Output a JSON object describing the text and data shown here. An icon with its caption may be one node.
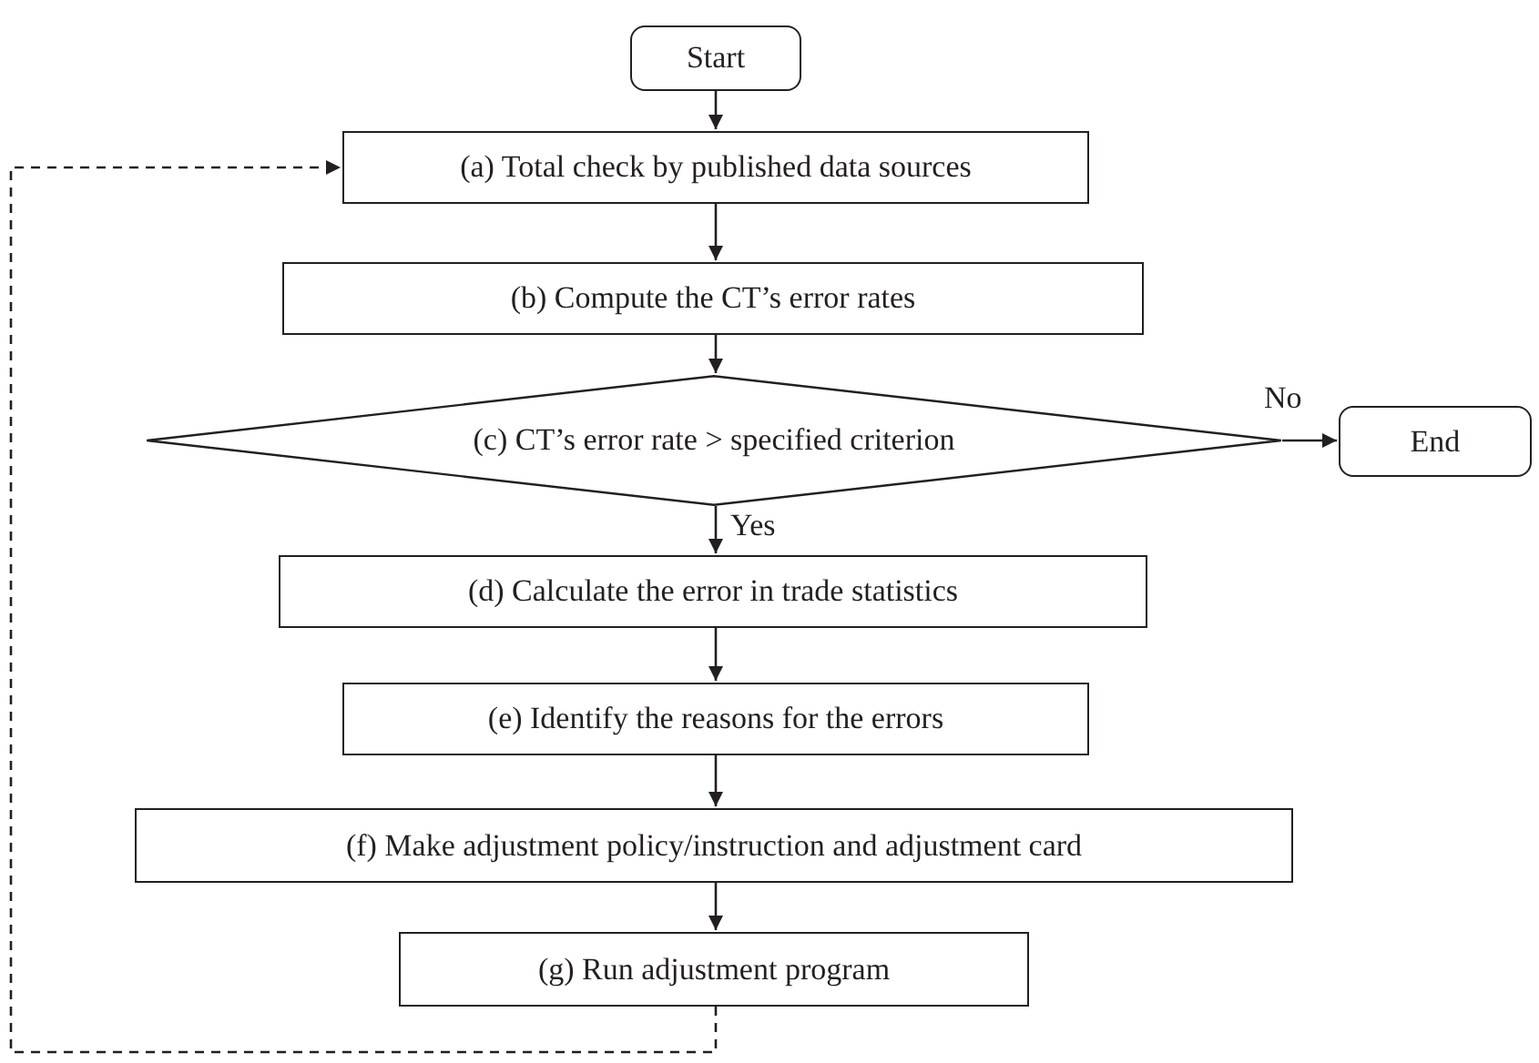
{
  "diagram": {
    "nodes": [
      {
        "text": [
          "Start"
        ]
      },
      {
        "text": [
          "(a) Total check by published data sources"
        ]
      },
      {
        "text": [
          "(b) Compute the CT’s error rates"
        ]
      },
      {
        "text": [
          "(c) CT’s error rate > specified criterion"
        ]
      },
      {
        "text": [
          "End"
        ]
      },
      {
        "text": [
          "(d) Calculate the error in trade statistics"
        ]
      },
      {
        "text": [
          "(e) Identify the reasons for the errors"
        ]
      },
      {
        "text": [
          "(f) Make adjustment policy/instruction and adjustment card"
        ]
      },
      {
        "text": [
          "(g) Run adjustment program"
        ]
      }
    ],
    "edges": [
      {
        "from": 0,
        "to": 1,
        "arrow": "to"
      },
      {
        "from": 1,
        "to": 2,
        "arrow": "to"
      },
      {
        "from": 2,
        "to": 3,
        "arrow": "to"
      },
      {
        "from": 3,
        "to": 4,
        "arrow": "to",
        "label": "No"
      },
      {
        "from": 3,
        "to": 5,
        "arrow": "to",
        "label": "Yes"
      },
      {
        "from": 5,
        "to": 6,
        "arrow": "to"
      },
      {
        "from": 6,
        "to": 7,
        "arrow": "to"
      },
      {
        "from": 7,
        "to": 8,
        "arrow": "to"
      },
      {
        "from": 8,
        "to": 1,
        "arrow": "to",
        "style": "dashed"
      }
    ]
  }
}
